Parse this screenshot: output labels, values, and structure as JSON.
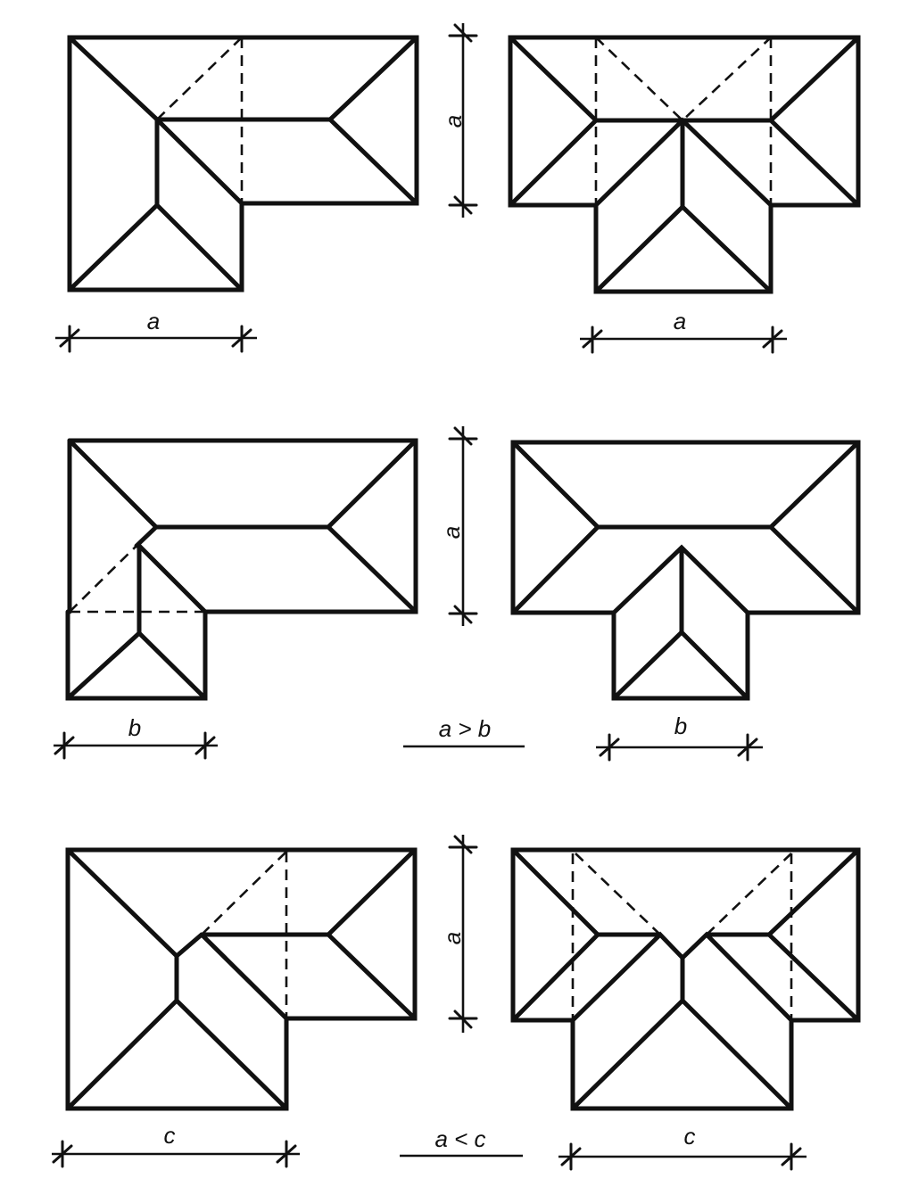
{
  "labels": {
    "a": "a",
    "b": "b",
    "c": "c",
    "a_gt_b": "a > b",
    "a_lt_c": "a < c"
  },
  "colors": {
    "ink": "#111111",
    "paper": "#ffffff"
  }
}
